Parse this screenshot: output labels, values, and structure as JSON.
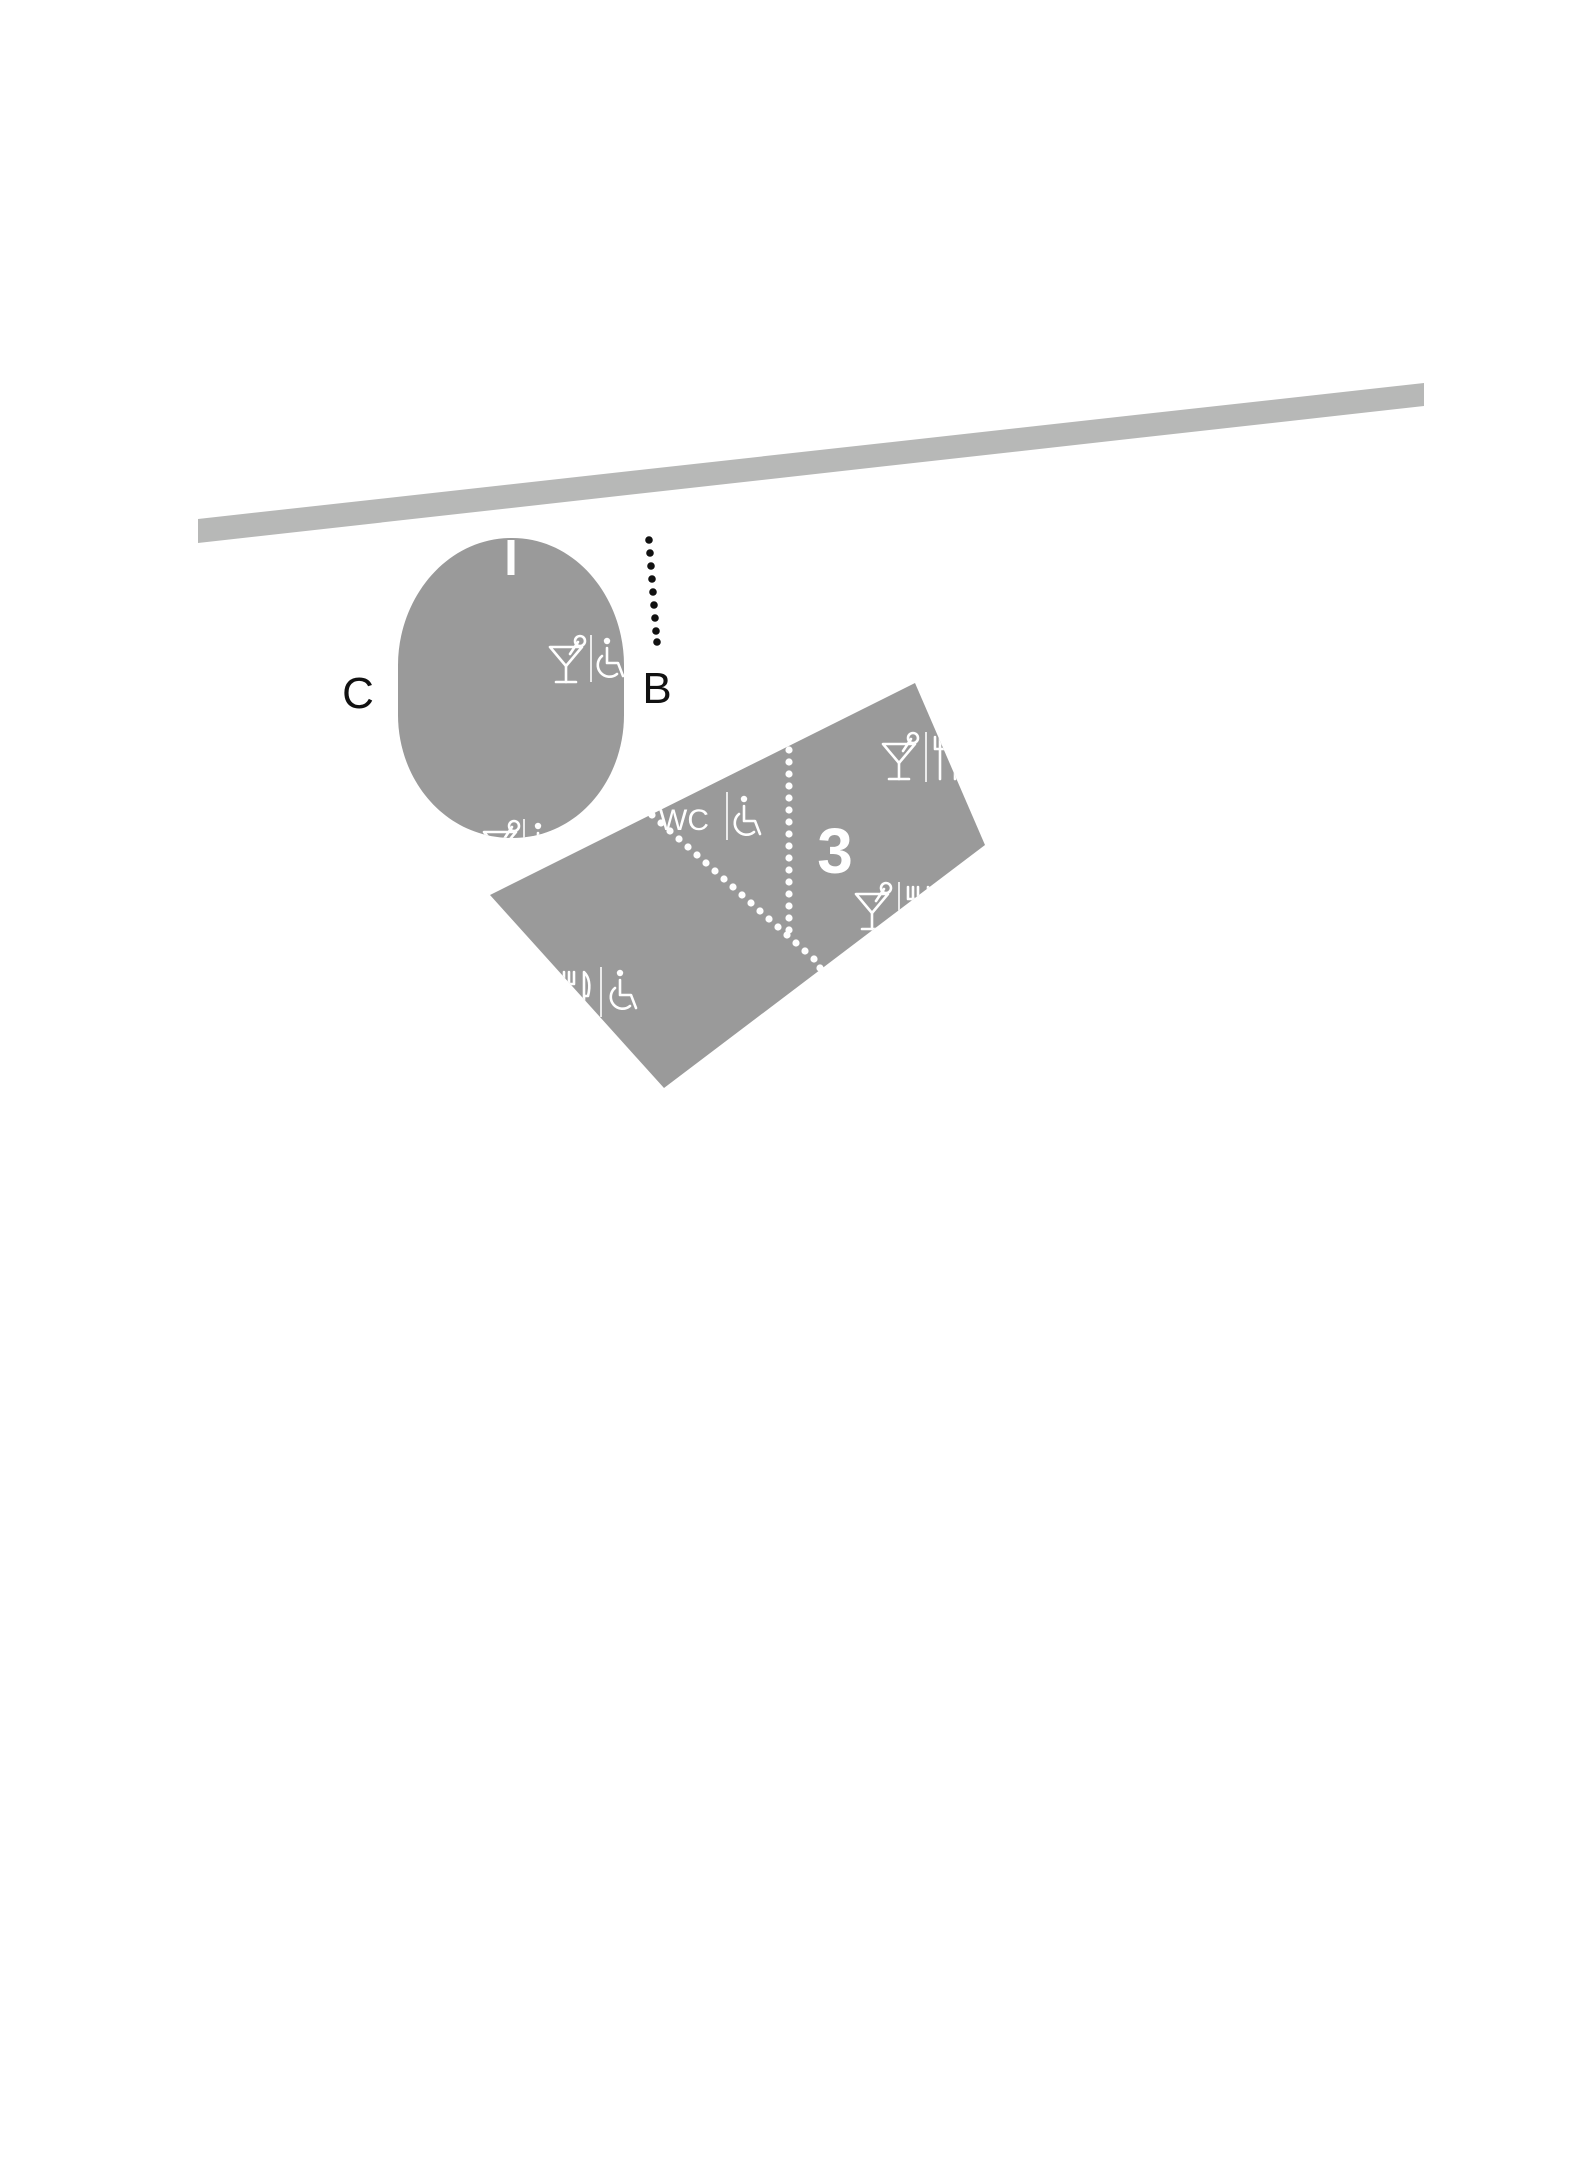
{
  "map": {
    "labels": {
      "entrance_b": "B",
      "entrance_c": "C",
      "venue_number": "3",
      "wc": "WC"
    },
    "colors": {
      "background": "#ffffff",
      "road": "#b7b8b7",
      "building": "#9a9a9a",
      "icon": "#ffffff",
      "outside_dots": "#111111",
      "inside_dots": "#ffffff",
      "label_text": "#111111"
    },
    "icons": [
      "cocktail-icon",
      "wheelchair-icon",
      "restaurant-icon",
      "wc-icon"
    ]
  }
}
